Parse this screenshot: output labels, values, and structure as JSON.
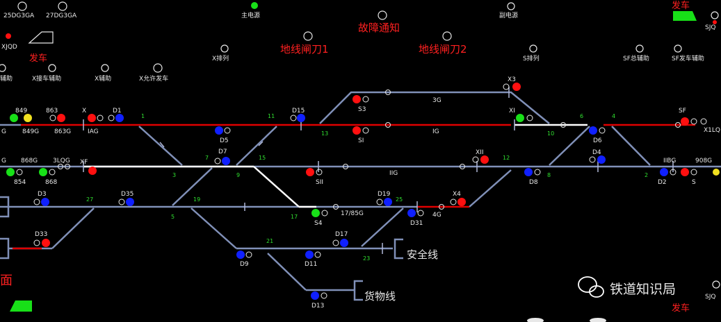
{
  "colors": {
    "track": "#8090b8",
    "route_red": "#e00000",
    "route_white": "#ffffff",
    "sig_red": "#ff1010",
    "sig_green": "#18e018",
    "sig_blue": "#1020ff",
    "sig_yellow": "#f0e020",
    "text_white": "#e8e8e8",
    "text_red": "#ff2020",
    "text_green": "#30e030"
  },
  "top_indicators": {
    "ind_25dg": "25DG3GA",
    "ind_27dg": "27DG3GA",
    "main_power": "主电源",
    "sub_power": "副电源",
    "fault_notice": "故障通知",
    "ground_knife_1": "地线闸刀1",
    "ground_knife_2": "地线闸刀2",
    "depart_top_right": "发车",
    "sjq_top": "SJQ",
    "xjqd": "XJQD",
    "depart_left": "发车",
    "x_row": "X排列",
    "s_row": "S排列",
    "sf_assist": "SF总辅助",
    "sf_depart_assist": "SF发车辅助",
    "x_assist_left": "辅助",
    "x_accept_assist": "X接车辅助",
    "x_assist": "X辅助",
    "x_allow_depart": "X允许发车"
  },
  "bottom": {
    "safety_line": "安全线",
    "freight_line": "货物线",
    "mian": "面",
    "watermark": "铁道知识局",
    "depart_bottom": "发车",
    "sjq_bottom": "SJQ"
  },
  "track_labels": {
    "g3": "3G",
    "g1": "IG",
    "g2": "IIG",
    "g4": "4G",
    "g1785": "17/85G",
    "g849": "849G",
    "g863": "863G",
    "g868": "868G",
    "g1ag": "IAG",
    "g3lqg": "3LQG",
    "g1bg": "IIBG",
    "g908": "908G",
    "x1lq": "X1LQ",
    "g_left1": "G",
    "g_left2": "G"
  },
  "signal_labels": {
    "s849": "849",
    "s863": "863",
    "sX": "X",
    "sD1": "D1",
    "sD15": "D15",
    "sX3": "X3",
    "sS3": "S3",
    "sXI": "XI",
    "sSF": "SF",
    "sSI": "SI",
    "sD5": "D5",
    "sD6": "D6",
    "sD7": "D7",
    "sXII": "XII",
    "sD4": "D4",
    "s854": "854",
    "s868": "868",
    "sXF": "XF",
    "sSII": "SII",
    "sD8": "D8",
    "sD2": "D2",
    "sS": "S",
    "sD3": "D3",
    "sD35": "D35",
    "sD19": "D19",
    "sX4": "X4",
    "sS4": "S4",
    "sD31": "D31",
    "sD33": "D33",
    "sD17": "D17",
    "sD9": "D9",
    "sD11": "D11",
    "sD13": "D13"
  },
  "switch_numbers": {
    "w1": "1",
    "w11": "11",
    "w13": "13",
    "w6": "6",
    "w4": "4",
    "w10": "10",
    "w7": "7",
    "w15": "15",
    "w3": "3",
    "w9": "9",
    "w12": "12",
    "w8": "8",
    "w2": "2",
    "w27": "27",
    "w19": "19",
    "w25": "25",
    "w5": "5",
    "w17": "17",
    "w21": "21",
    "w23": "23"
  }
}
